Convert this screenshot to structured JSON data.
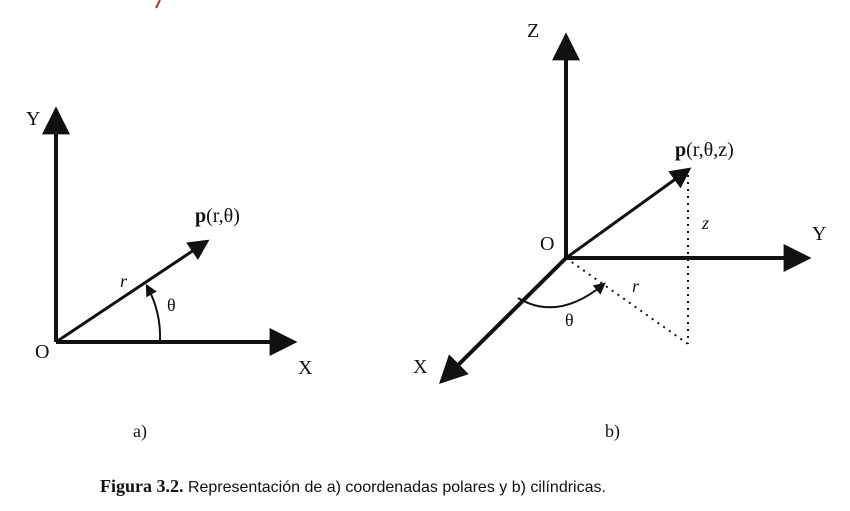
{
  "panel_a": {
    "axis_y": "Y",
    "axis_x": "X",
    "origin": "O",
    "point_bold": "p",
    "point_args": "(r,θ)",
    "radius": "r",
    "angle": "θ",
    "sublabel": "a)"
  },
  "panel_b": {
    "axis_z": "Z",
    "axis_y": "Y",
    "axis_x": "X",
    "origin": "O",
    "point_bold": "p",
    "point_args": "(r,θ,z)",
    "height": "z",
    "radius": "r",
    "angle": "θ",
    "sublabel": "b)"
  },
  "caption": {
    "prefix": "Figura 3.2.",
    "text": " Representación de a) coordenadas polares y b) cilíndricas."
  }
}
